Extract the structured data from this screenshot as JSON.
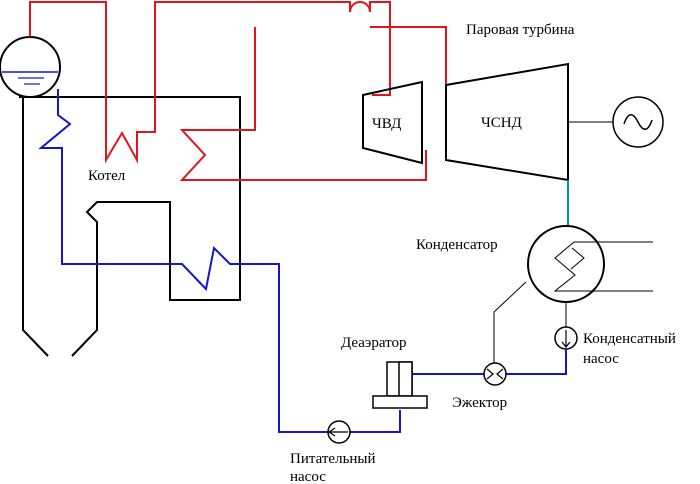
{
  "labels": {
    "turbine": "Паровая турбина",
    "hp_cylinder": "ЧВД",
    "lp_cylinder": "ЧСНД",
    "boiler": "Котел",
    "condenser": "Конденсатор",
    "condensate_pump_1": "Конденсатный",
    "condensate_pump_2": "насос",
    "deaerator": "Деаэратор",
    "ejector": "Эжектор",
    "feed_pump_1": "Питательный",
    "feed_pump_2": "насос"
  },
  "colors": {
    "steam_line": "#e0141c",
    "water_line": "#1414d2",
    "exhaust_line": "#00999a",
    "equipment": "#000000"
  },
  "icons": {
    "generator": "sine-wave-icon",
    "pump": "circle-arrow-icon",
    "ejector": "circle-nozzle-icon"
  }
}
